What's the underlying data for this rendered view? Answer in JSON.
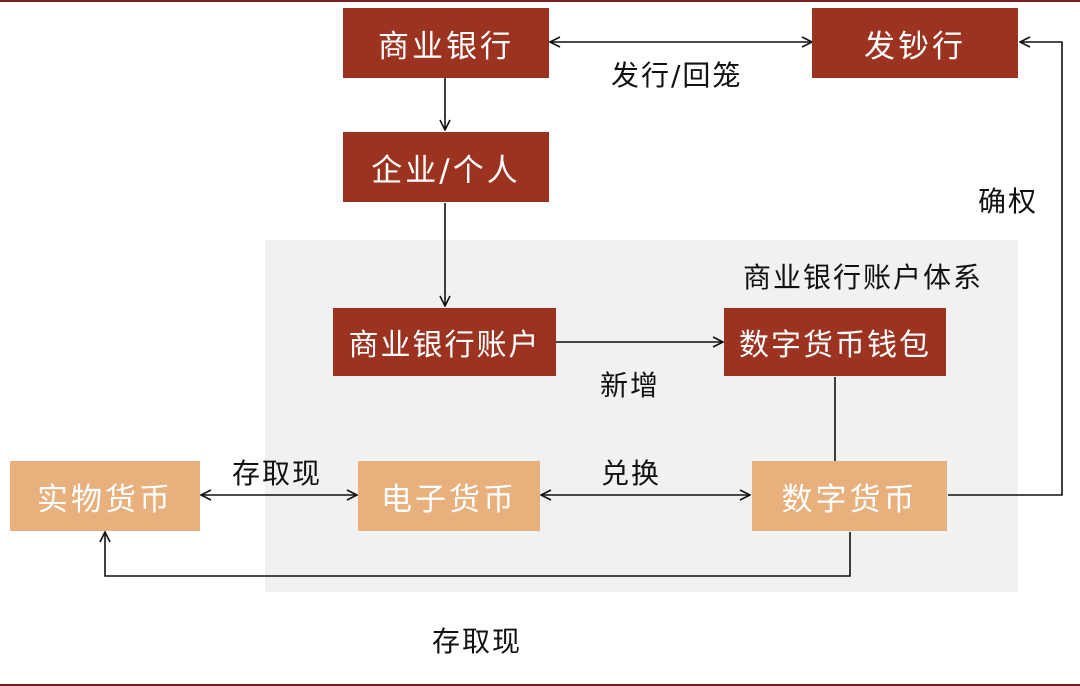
{
  "nodes": {
    "commercial_bank": "商业银行",
    "issuing_bank": "发钞行",
    "enterprise_individual": "企业/个人",
    "bank_account": "商业银行账户",
    "digital_wallet": "数字货币钱包",
    "physical_currency": "实物货币",
    "electronic_currency": "电子货币",
    "digital_currency": "数字货币"
  },
  "labels": {
    "issue_recall": "发行/回笼",
    "confirm_right": "确权",
    "account_system": "商业银行账户体系",
    "new_add": "新增",
    "deposit_withdraw_top": "存取现",
    "exchange": "兑换",
    "deposit_withdraw_bottom": "存取现"
  },
  "colors": {
    "dark_box": "#9b3320",
    "light_box": "#e8b07c",
    "region": "#f1f1f1",
    "rule": "#7a1f1a"
  }
}
